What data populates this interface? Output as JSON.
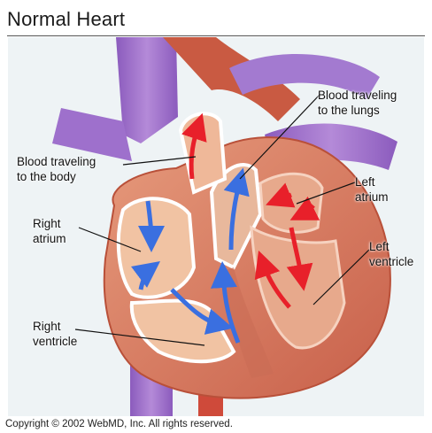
{
  "title": "Normal Heart",
  "labels": {
    "body": "Blood traveling\nto the body",
    "lungs": "Blood traveling\nto the lungs",
    "right_atrium": "Right\natrium",
    "left_atrium": "Left\natrium",
    "left_ventricle": "Left\nventricle",
    "right_ventricle": "Right\nventricle"
  },
  "copyright": "Copyright © 2002 WebMD, Inc. All rights reserved.",
  "colors": {
    "vessel_purple": "#9b6ec9",
    "heart_muscle": "#d9826a",
    "chamber_fill": "#f1c3a3",
    "oxygenated_arrow": "#e8202a",
    "deoxygenated_arrow": "#3a6fe0"
  }
}
